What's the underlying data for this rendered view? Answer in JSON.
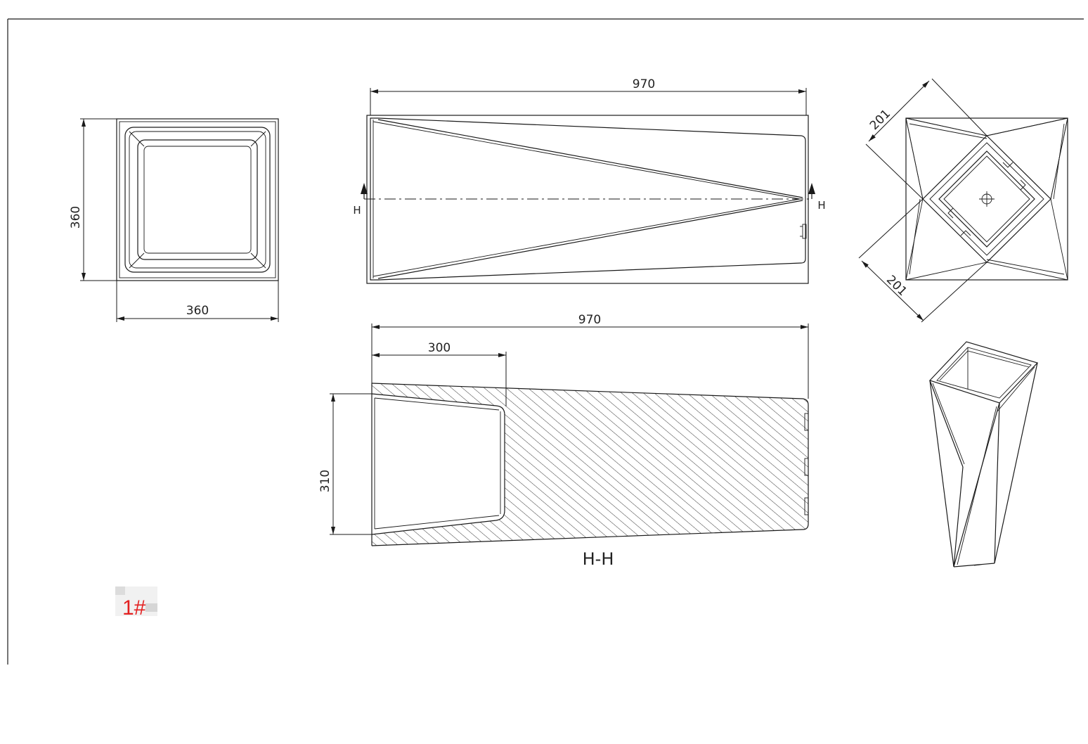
{
  "front_view": {
    "width_label": "360",
    "height_label": "360"
  },
  "top_view": {
    "length_label": "970",
    "cut_left": "H",
    "cut_right": "H"
  },
  "rotated_view": {
    "diag_upper_label": "201",
    "diag_lower_label": "201"
  },
  "section_view": {
    "length_label": "970",
    "depth_label": "300",
    "opening_label": "310",
    "caption": "H-H"
  },
  "tag": {
    "label": "1#"
  },
  "colors": {
    "line": "#1a1a1a",
    "tag": "#e32020",
    "background": "#ffffff"
  }
}
